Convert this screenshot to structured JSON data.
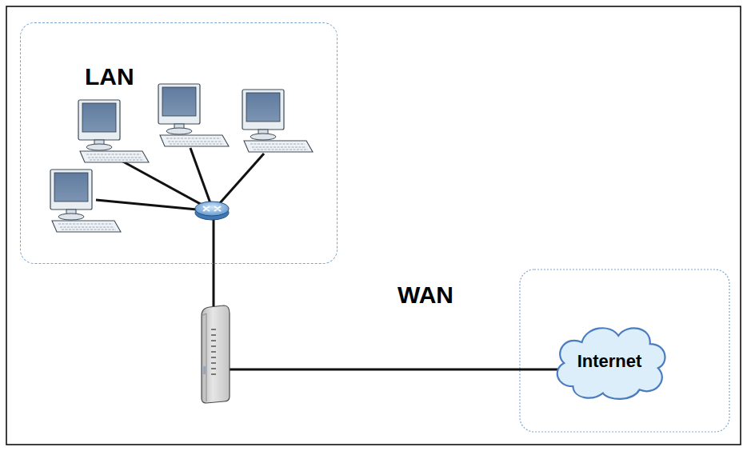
{
  "diagram": {
    "nodes": [
      {
        "text": [
          "LAN"
        ]
      },
      {
        "text": [
          "Internet"
        ]
      }
    ],
    "labels": [
      "WAN"
    ]
  }
}
